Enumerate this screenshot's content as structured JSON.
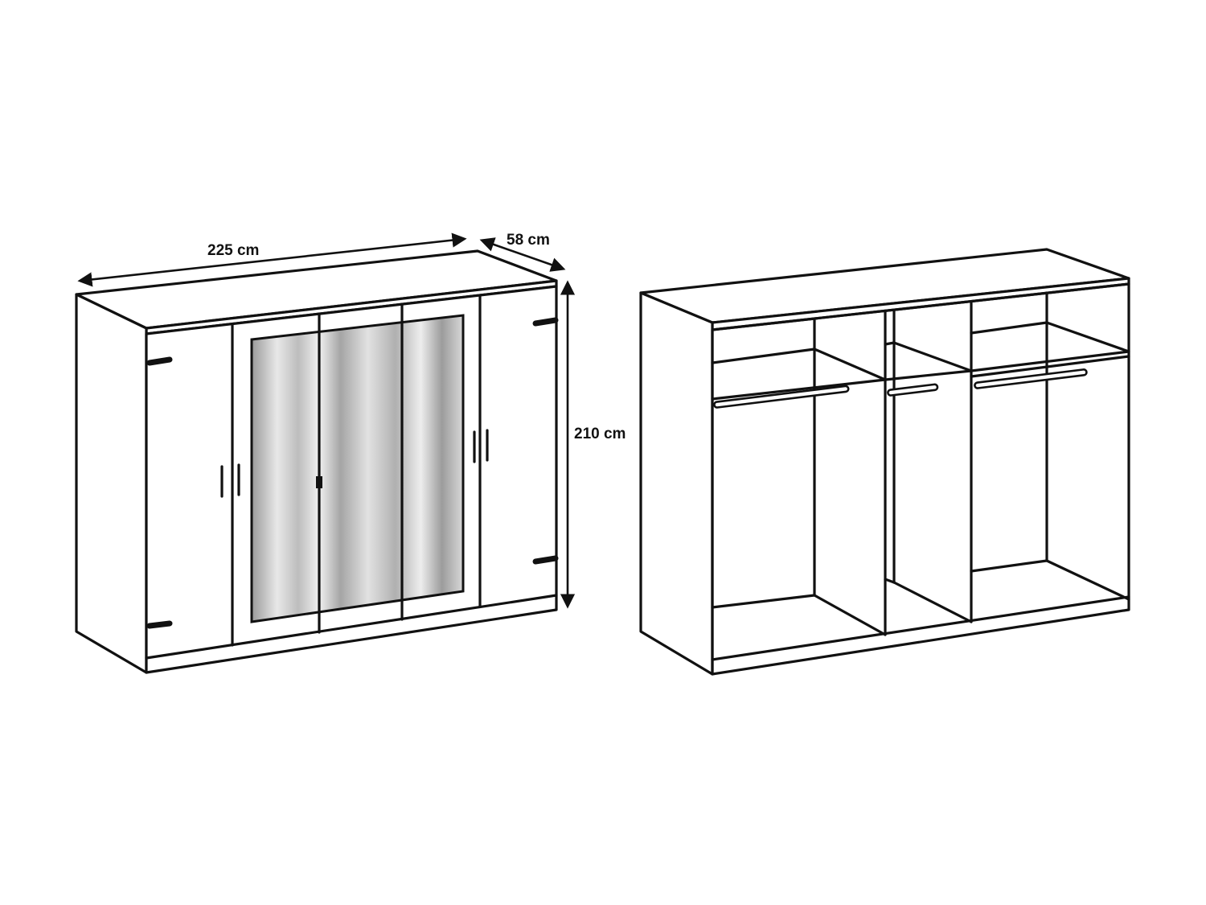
{
  "dimensions": {
    "width_label": "225 cm",
    "depth_label": "58 cm",
    "height_label": "210 cm"
  },
  "colors": {
    "line": "#111111",
    "mirror_dark": "#8a8a8a",
    "mirror_light": "#e6e6e6",
    "background": "#ffffff"
  }
}
